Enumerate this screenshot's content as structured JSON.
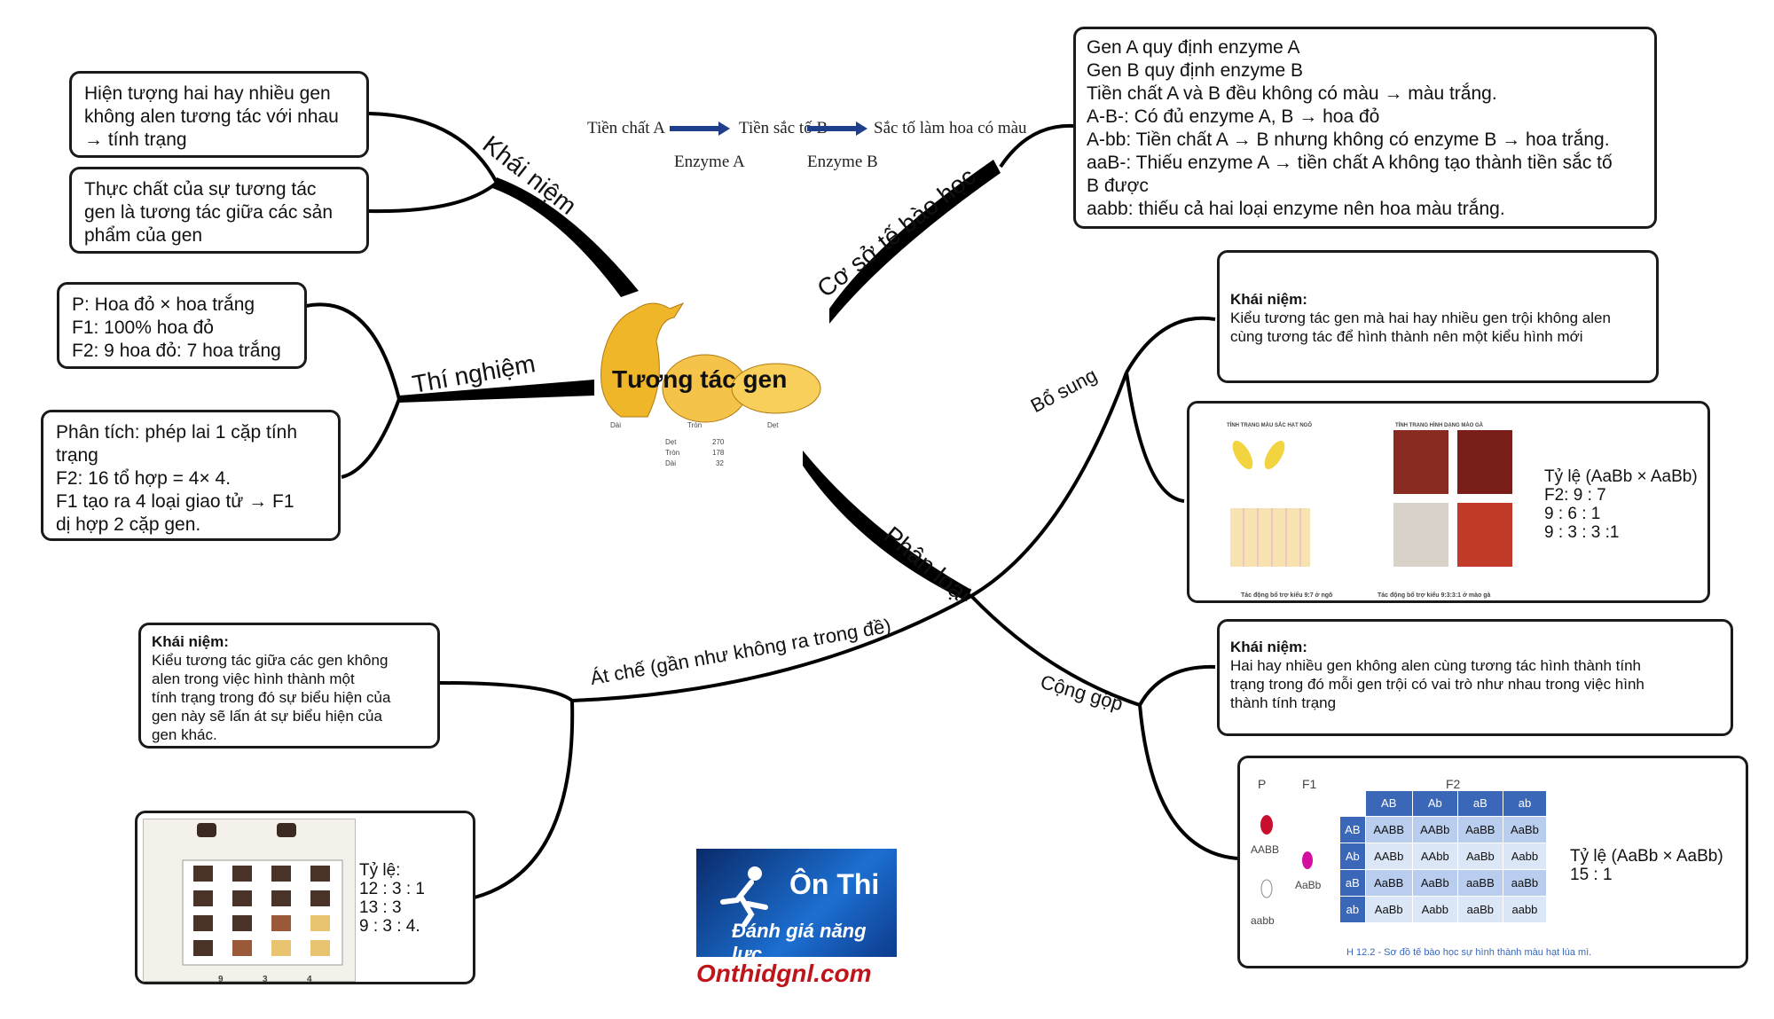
{
  "center": {
    "title": "Tương tác gen",
    "shapes": [
      "Dài",
      "Tròn",
      "Dẹt"
    ],
    "counts": [
      [
        "Dẹt",
        "270"
      ],
      [
        "Tròn",
        "178"
      ],
      [
        "Dài",
        "32"
      ]
    ]
  },
  "branches": {
    "khai_niem": "Khái niệm",
    "thi_nghiem": "Thí nghiệm",
    "co_so": "Cơ sở tế bào học",
    "phan_loai": "Phân loại",
    "bo_sung": "Bổ sung",
    "cong_gop": "Cộng gộp",
    "at_che": "Át chế (gần như không ra trong đề)"
  },
  "khai_niem_boxes": [
    [
      "Hiện tượng hai hay nhiều gen",
      "không alen tương tác với nhau",
      "→ tính trạng"
    ],
    [
      "Thực chất của sự tương tác",
      "gen là tương tác giữa các sản",
      "phẩm của gen"
    ]
  ],
  "thi_nghiem_boxes": [
    [
      "P: Hoa đỏ × hoa trắng",
      "F1: 100% hoa đỏ",
      "F2: 9 hoa đỏ: 7 hoa trắng"
    ],
    [
      "Phân tích: phép lai 1 cặp tính",
      "trạng",
      "F2: 16 tổ hợp = 4× 4.",
      "F1 tạo ra 4 loại giao tử → F1",
      "dị hợp 2 cặp gen."
    ]
  ],
  "pathway": {
    "s1": "Tiền chất A",
    "s2": "Tiền sắc tố B",
    "s3": "Sắc tố làm hoa có màu",
    "e1": "Enzyme A",
    "e2": "Enzyme B"
  },
  "co_so_box": [
    "Gen A quy định enzyme A",
    "Gen B quy định enzyme B",
    "Tiền chất A và B đều không có màu → màu trắng.",
    "A-B-: Có đủ enzyme A, B → hoa đỏ",
    "A-bb: Tiền chất A → B nhưng không có enzyme B → hoa trắng.",
    "aaB-: Thiếu enzyme A → tiền chất A không tạo thành tiền sắc tố",
    "B được",
    "aabb: thiếu cả hai loại enzyme nên hoa màu trắng."
  ],
  "bo_sung": {
    "heading": "Khái niệm:",
    "text": [
      "Kiểu tương tác gen mà hai hay nhiều gen trội không alen",
      "cùng tương tác để hình thành nên một kiểu hình mới"
    ],
    "ratios": [
      "Tỷ lệ (AaBb × AaBb)",
      "F2: 9 : 7",
      "9 : 6 : 1",
      "9 : 3 : 3 :1"
    ],
    "fig_left_title": "TÍNH TRẠNG MÀU SẮC HẠT NGÔ",
    "fig_right_title": "TÍNH TRẠNG HÌNH DẠNG MÀO GÀ",
    "fig_left_caption": "Tác động bổ trợ kiểu 9:7 ở ngô",
    "fig_right_caption": "Tác động bổ trợ kiểu 9:3:3:1 ở mào gà"
  },
  "cong_gop": {
    "heading": "Khái niệm:",
    "text": [
      "Hai hay nhiều gen không alen cùng tương tác hình thành tính",
      "trạng trong đó mỗi gen trội có vai trò như nhau trong việc hình",
      "thành tính trạng"
    ],
    "ratios": [
      "Tỷ lệ (AaBb × AaBb)",
      "15 : 1"
    ],
    "p_label": "P",
    "f1_label": "F1",
    "f2_label": "F2",
    "p_top": "AABB",
    "p_bottom": "aabb",
    "f1_geno": "AaBb",
    "gametes": [
      "AB",
      "Ab",
      "aB",
      "ab"
    ],
    "cells": [
      [
        "AABB",
        "AABb",
        "AaBB",
        "AaBb"
      ],
      [
        "AABb",
        "AAbb",
        "AaBb",
        "Aabb"
      ],
      [
        "AaBB",
        "AaBb",
        "aaBB",
        "aaBb"
      ],
      [
        "AaBb",
        "Aabb",
        "aaBb",
        "aabb"
      ]
    ],
    "caption": "H 12.2 - Sơ đồ tế bào học sự hình thành màu hạt lúa mì."
  },
  "at_che": {
    "heading": "Khái niệm:",
    "text": [
      "Kiểu tương tác giữa các gen không",
      "alen trong việc hình thành một",
      "tính trạng trong đó sự biểu hiện của",
      "gen này sẽ lấn át sự biểu hiện của",
      "gen khác."
    ],
    "ratios": [
      "Tỷ lệ:",
      "12 : 3 : 1",
      "13 : 3",
      "9 : 3 : 4."
    ],
    "fig_counts": [
      "9",
      "3",
      "4"
    ]
  },
  "logo": {
    "line1": "Ôn Thi",
    "line2": "Đánh giá năng lực",
    "site": "Onthidgnl.com"
  }
}
